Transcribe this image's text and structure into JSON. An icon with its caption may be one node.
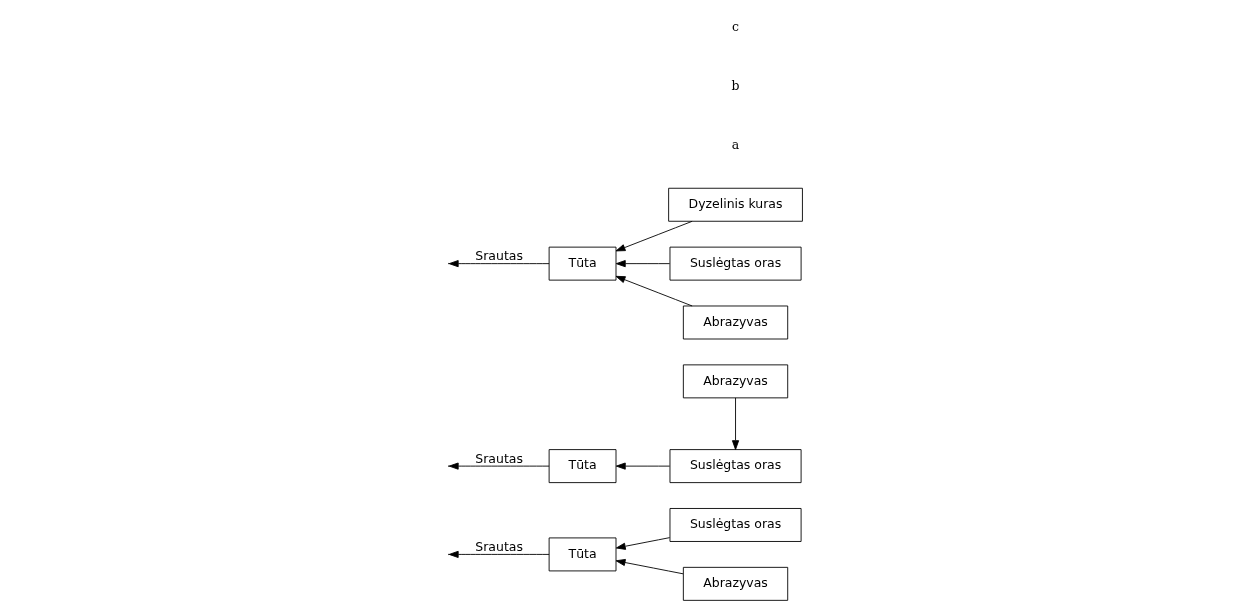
{
  "diagram": {
    "nodes": [
      {
        "text": [
          "Tūta"
        ]
      },
      {
        "text": [
          "Suslėgtas oras"
        ]
      },
      {
        "text": [
          "Abrazyvas"
        ]
      },
      {
        "text": [
          "Tūta"
        ]
      },
      {
        "text": [
          "Suslėgtas oras"
        ]
      },
      {
        "text": [
          "Abrazyvas"
        ]
      },
      {
        "text": [
          "Dyzelinis kuras"
        ]
      },
      {
        "text": [
          "Tūta"
        ]
      },
      {
        "text": [
          "Suslėgtas oras"
        ]
      },
      {
        "text": [
          "Abrazyvas"
        ]
      }
    ],
    "edges": [
      {
        "from": 0,
        "to": null,
        "arrow": "to",
        "label": "Srautas"
      },
      {
        "from": 1,
        "to": 0,
        "arrow": "to"
      },
      {
        "from": 2,
        "to": 0,
        "arrow": "to"
      },
      {
        "from": 3,
        "to": null,
        "arrow": "to",
        "label": "Srautas"
      },
      {
        "from": 4,
        "to": 3,
        "arrow": "to"
      },
      {
        "from": 5,
        "to": 4,
        "arrow": "to"
      },
      {
        "from": 7,
        "to": null,
        "arrow": "to",
        "label": "Srautas"
      },
      {
        "from": 6,
        "to": 7,
        "arrow": "to"
      },
      {
        "from": 8,
        "to": 7,
        "arrow": "to"
      },
      {
        "from": 9,
        "to": 7,
        "arrow": "to"
      }
    ],
    "labels": [
      "a",
      "b",
      "c"
    ]
  }
}
